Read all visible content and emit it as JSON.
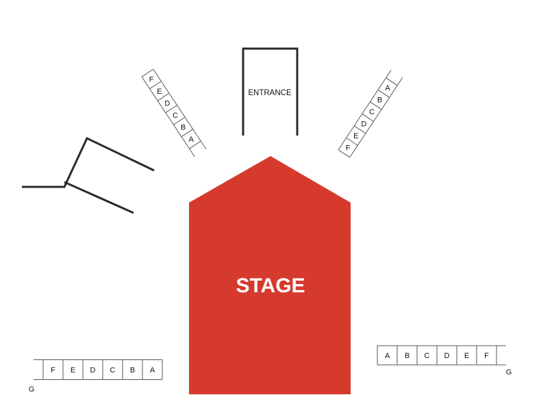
{
  "stage": {
    "label": "STAGE",
    "color": "#d63a2d",
    "text_color": "#ffffff"
  },
  "entrance": {
    "label": "ENTRANCE"
  },
  "colors": {
    "wall": "#2a2a22",
    "seat_stroke": "#555555"
  },
  "sections": {
    "top_left": {
      "rows": [
        "F",
        "E",
        "D",
        "C",
        "B",
        "A"
      ]
    },
    "top_right": {
      "rows": [
        "F",
        "E",
        "D",
        "C",
        "B",
        "A"
      ]
    },
    "bottom_left": {
      "rows": [
        "F",
        "E",
        "D",
        "C",
        "B",
        "A"
      ],
      "extra_label": "G"
    },
    "bottom_right": {
      "rows": [
        "A",
        "B",
        "C",
        "D",
        "E",
        "F"
      ],
      "extra_label": "G"
    }
  }
}
